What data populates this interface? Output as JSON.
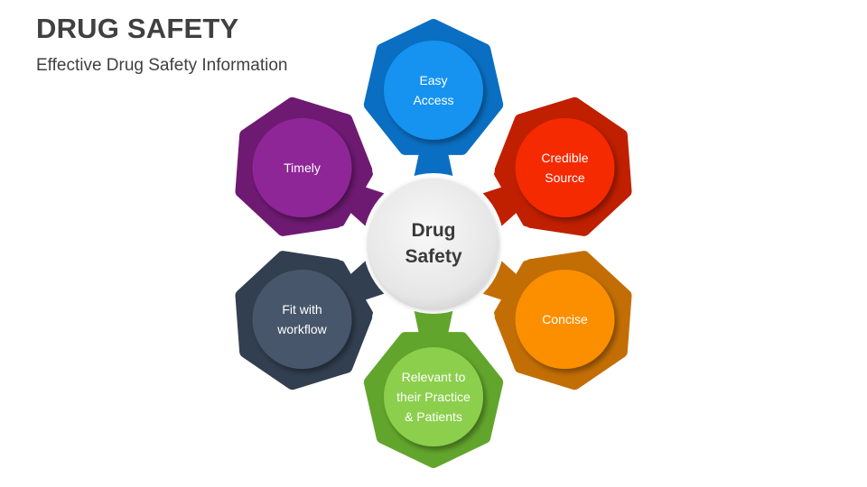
{
  "header": {
    "title": "DRUG SAFETY",
    "subtitle": "Effective Drug Safety Information"
  },
  "diagram": {
    "center": {
      "label_line1": "Drug",
      "label_line2": "Safety",
      "color": "#ececec"
    },
    "petals": [
      {
        "id": "easy-access",
        "lines": [
          "Easy",
          "Access"
        ],
        "outer_color": "#0a6fc2",
        "inner_color": "#1493f0",
        "position": "top"
      },
      {
        "id": "credible-source",
        "lines": [
          "Credible",
          "Source"
        ],
        "outer_color": "#c01f00",
        "inner_color": "#f52c05",
        "position": "top-right"
      },
      {
        "id": "concise",
        "lines": [
          "Concise"
        ],
        "outer_color": "#c36e05",
        "inner_color": "#fb8f00",
        "position": "bottom-right"
      },
      {
        "id": "relevant",
        "lines": [
          "Relevant to",
          "their Practice",
          "& Patients"
        ],
        "outer_color": "#62a52c",
        "inner_color": "#8ccf4d",
        "position": "bottom"
      },
      {
        "id": "fit-with-workflow",
        "lines": [
          "Fit with",
          "workflow"
        ],
        "outer_color": "#323f50",
        "inner_color": "#46566b",
        "position": "bottom-left"
      },
      {
        "id": "timely",
        "lines": [
          "Timely"
        ],
        "outer_color": "#6e1a72",
        "inner_color": "#8f2597",
        "position": "top-left"
      }
    ]
  }
}
